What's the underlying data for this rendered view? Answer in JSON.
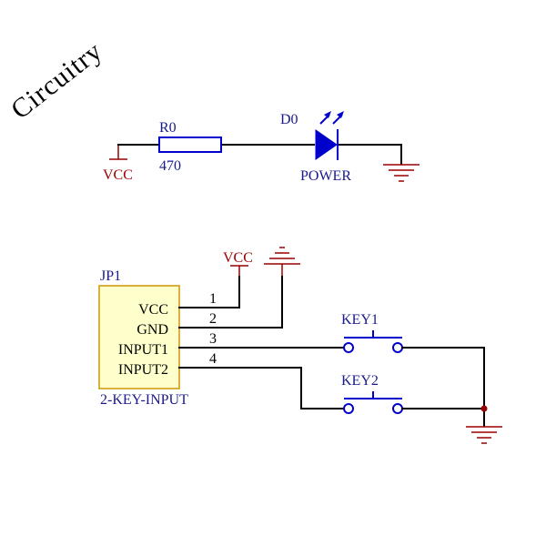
{
  "title": "Circuitry",
  "colors": {
    "component": "#0000cc",
    "component_text": "#1a1a8c",
    "power_symbol": "#990000",
    "wire": "#000000",
    "header_fill": "#ffffcc",
    "header_border": "#cc9900"
  },
  "led_circuit": {
    "resistor": {
      "ref": "R0",
      "value": "470"
    },
    "led": {
      "ref": "D0",
      "value": "POWER"
    },
    "vcc_label": "VCC"
  },
  "key_circuit": {
    "connector": {
      "ref": "JP1",
      "name": "2-KEY-INPUT",
      "pins": [
        {
          "name": "VCC",
          "number": "1"
        },
        {
          "name": "GND",
          "number": "2"
        },
        {
          "name": "INPUT1",
          "number": "3"
        },
        {
          "name": "INPUT2",
          "number": "4"
        }
      ]
    },
    "vcc_label": "VCC",
    "keys": [
      {
        "ref": "KEY1"
      },
      {
        "ref": "KEY2"
      }
    ]
  }
}
